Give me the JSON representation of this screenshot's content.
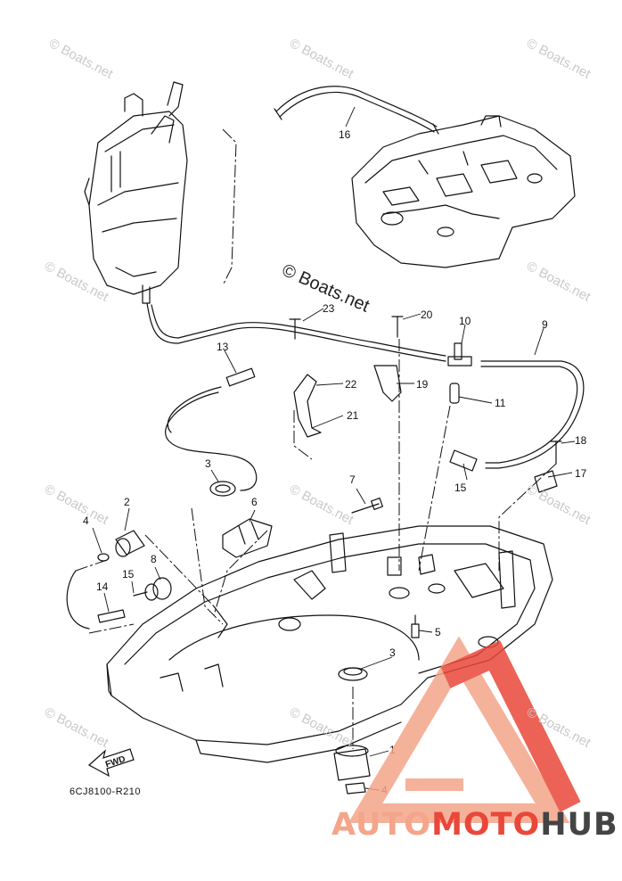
{
  "watermark": "© Boats.net",
  "diagram_code": "6CJ8100-R210",
  "fwd_label": "FWD",
  "logo": {
    "part1": "AUTO",
    "part2": "MOTO",
    "part3": "HUB",
    "accent": "#e9473a",
    "light": "#f4a58a",
    "dark": "#444444"
  },
  "callouts": [
    "16",
    "23",
    "20",
    "10",
    "9",
    "13",
    "22",
    "19",
    "11",
    "21",
    "18",
    "3",
    "7",
    "15",
    "17",
    "2",
    "6",
    "4",
    "8",
    "15",
    "14",
    "5",
    "3",
    "1",
    "4"
  ]
}
